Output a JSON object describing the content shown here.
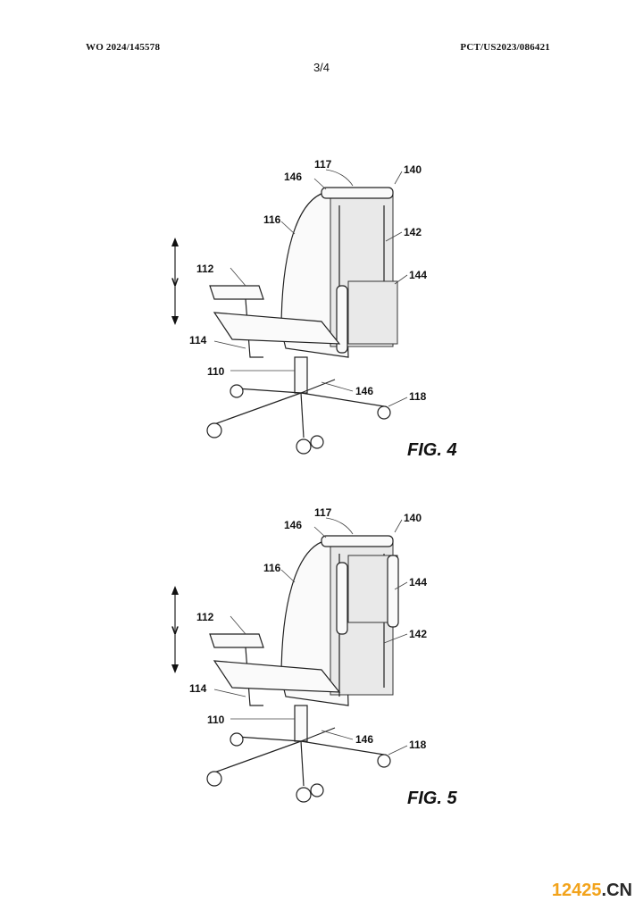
{
  "header": {
    "left": "WO 2024/145578",
    "right": "PCT/US2023/086421",
    "page": "3/4"
  },
  "figures": [
    {
      "label": "FIG. 4",
      "v": "V",
      "refs": {
        "r117": "117",
        "r146a": "146",
        "r140": "140",
        "r116": "116",
        "r142": "142",
        "r144": "144",
        "r112": "112",
        "r114": "114",
        "r110": "110",
        "r146b": "146",
        "r118": "118"
      }
    },
    {
      "label": "FIG. 5",
      "v": "V",
      "refs": {
        "r117": "117",
        "r146a": "146",
        "r140": "140",
        "r116": "116",
        "r142": "142",
        "r144": "144",
        "r112": "112",
        "r114": "114",
        "r110": "110",
        "r146b": "146",
        "r118": "118"
      }
    }
  ],
  "watermark": {
    "a": "12425",
    "b": ".CN"
  }
}
